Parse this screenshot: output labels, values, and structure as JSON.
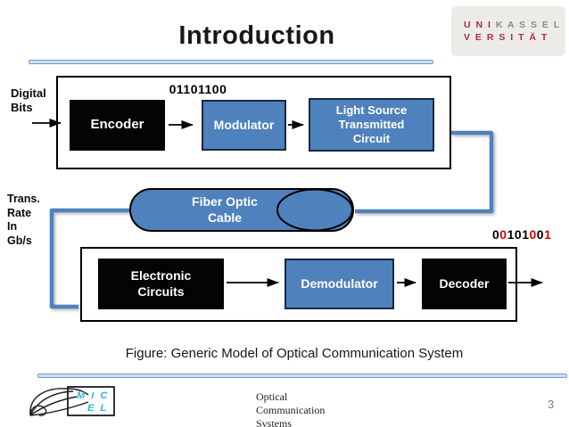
{
  "slide": {
    "title": "Introduction",
    "caption": "Figure: Generic Model of Optical Communication System",
    "footer": "Optical Communication Systems",
    "page_number": "3"
  },
  "uni_logo": {
    "line1_part1": "U N I",
    "line1_part2": "K A S S E L",
    "line2": "V E R S I T Ä T"
  },
  "micel_logo": {
    "line1": "M I C",
    "line2": "E L"
  },
  "labels": {
    "digital_bits": "Digital\nBits",
    "trans_rate": "Trans. Rate In Gb/s",
    "top_bits": "01101100"
  },
  "bottom_bits": {
    "digits": "00101001",
    "red_positions": [
      1,
      5,
      7
    ]
  },
  "blocks": {
    "encoder": "Encoder",
    "modulator": "Modulator",
    "light_source": "Light Source\nTransmitted\nCircuit",
    "fiber_cable": "Fiber Optic\nCable",
    "electronic_circuits": "Electronic\nCircuits",
    "demodulator": "Demodulator",
    "decoder": "Decoder"
  },
  "colors": {
    "title_color": "#1c1616",
    "block_blue": "#4f81bd",
    "block_border": "#16293f",
    "connector_blue": "#4f81bd",
    "red_digit": "#d90000",
    "uni_accent": "#b02a4c",
    "uni_gray": "#8b8b8b",
    "micel_cyan": "#2bb7dd",
    "bar_fill": "#cfdff0",
    "bar_border": "#6f9ccc",
    "page_gray": "#7f7f7f"
  }
}
